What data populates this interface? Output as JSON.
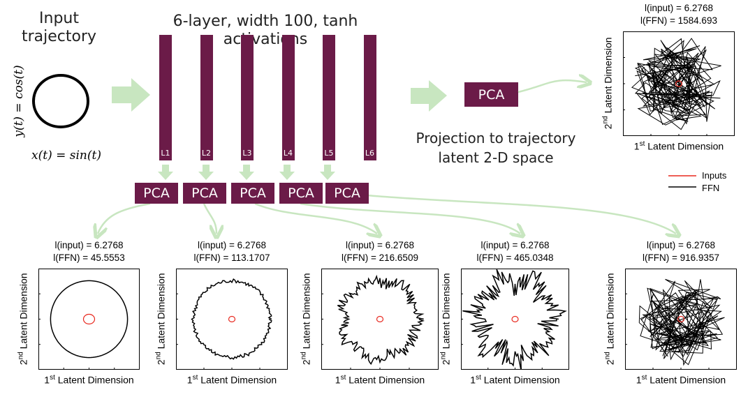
{
  "input": {
    "title": "Input trajectory",
    "y_eq": "y(t) = cos(t)",
    "x_eq": "x(t) = sin(t)"
  },
  "network": {
    "title": "6-layer, width 100, tanh activations",
    "layers": [
      "L1",
      "L2",
      "L3",
      "L4",
      "L5",
      "L6"
    ],
    "bar_color": "#6b1b48",
    "arrow_color": "#c8e6c0"
  },
  "pca_label": "PCA",
  "projection_text": "Projection to trajectory latent 2-D space",
  "axis": {
    "x_label": "Latent Dimension",
    "y_label": "Latent Dimension",
    "x_sup": "st",
    "y_sup": "nd",
    "x_ord": "1",
    "y_ord": "2"
  },
  "legend": {
    "inputs": "Inputs",
    "ffn": "FFN",
    "inputs_color": "#e8281e",
    "ffn_color": "#000000"
  },
  "plots": [
    {
      "l_input": "l(input) = 6.2768",
      "l_ffn": "l(FFN) = 45.5553",
      "jagged": 0.0
    },
    {
      "l_input": "l(input) = 6.2768",
      "l_ffn": "l(FFN) = 113.1707",
      "jagged": 0.08
    },
    {
      "l_input": "l(input) = 6.2768",
      "l_ffn": "l(FFN) = 216.6509",
      "jagged": 0.25
    },
    {
      "l_input": "l(input) = 6.2768",
      "l_ffn": "l(FFN) = 465.0348",
      "jagged": 0.5
    },
    {
      "l_input": "l(input) = 6.2768",
      "l_ffn": "l(FFN) = 916.9357",
      "jagged": 0.85
    },
    {
      "l_input": "l(input) = 6.2768",
      "l_ffn": "l(FFN) = 1584.693",
      "jagged": 0.95
    }
  ]
}
